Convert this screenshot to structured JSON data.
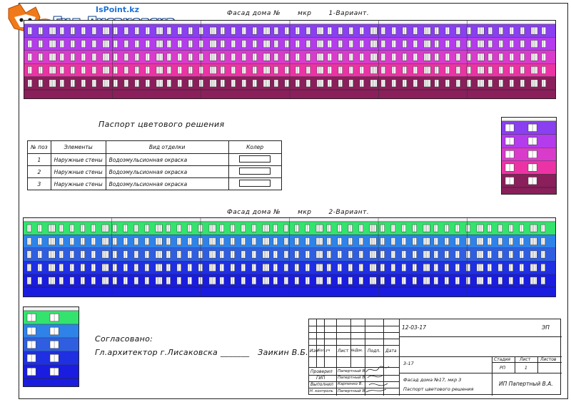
{
  "logo": {
    "sup": "IsPoint.kz",
    "name": "Гид Лисаковска"
  },
  "facade_1": {
    "title_prefix": "Фасад дома №",
    "title_mid": "мкр",
    "title_variant": "1-Вариант.",
    "colors": [
      "#8a3ff0",
      "#b43cec",
      "#d93ccb",
      "#ec33a5",
      "#8a1f5b"
    ]
  },
  "facade_2": {
    "title_prefix": "Фасад дома №",
    "title_mid": "мкр",
    "title_variant": "2-Вариант.",
    "colors": [
      "#33e36d",
      "#2f83e8",
      "#2f5fe0",
      "#1f2fe2",
      "#1a1ce0"
    ]
  },
  "passport": {
    "title": "Паспорт цветового решения",
    "headers": [
      "№ поз",
      "Элементы",
      "Вид отделки",
      "Колер"
    ],
    "rows": [
      {
        "num": "1",
        "element": "Наружные стены",
        "finish": "Водоэмульсионная окраска"
      },
      {
        "num": "2",
        "element": "Наружные стены",
        "finish": "Водоэмульсионная окраска"
      },
      {
        "num": "3",
        "element": "Наружные стены",
        "finish": "Водоэмульсионная окраска"
      }
    ]
  },
  "agreement": {
    "line1": "Согласовано:",
    "line2_prefix": "Гл.архитектор г.Лисаковска",
    "line2_blank": "_______",
    "line2_name": "Заикин В.Б."
  },
  "stamp": {
    "code": "12-03-17",
    "section": "ЭП",
    "header_cells": [
      "Изм",
      "Кол.уч",
      "Лист",
      "№Док.",
      "Подп.",
      "Дата"
    ],
    "people": [
      {
        "role": "Проверил",
        "name": "Папертный В."
      },
      {
        "role": "ГИП",
        "name": "Папертный В."
      },
      {
        "role": "Выполнил",
        "name": "Карпенко В."
      },
      {
        "role": "Н. контроль",
        "name": "Папертный В."
      }
    ],
    "sheet_ref": "3-17",
    "desc_line1": "Фасад дома №17, мкр 3",
    "desc_line2": "Паспорт цветового решения",
    "stage_label": "Стадия",
    "sheet_label": "Лист",
    "sheets_label": "Листов",
    "stage_value": "РП",
    "sheet_value": "1",
    "company": "ИП Папертный В.А."
  }
}
